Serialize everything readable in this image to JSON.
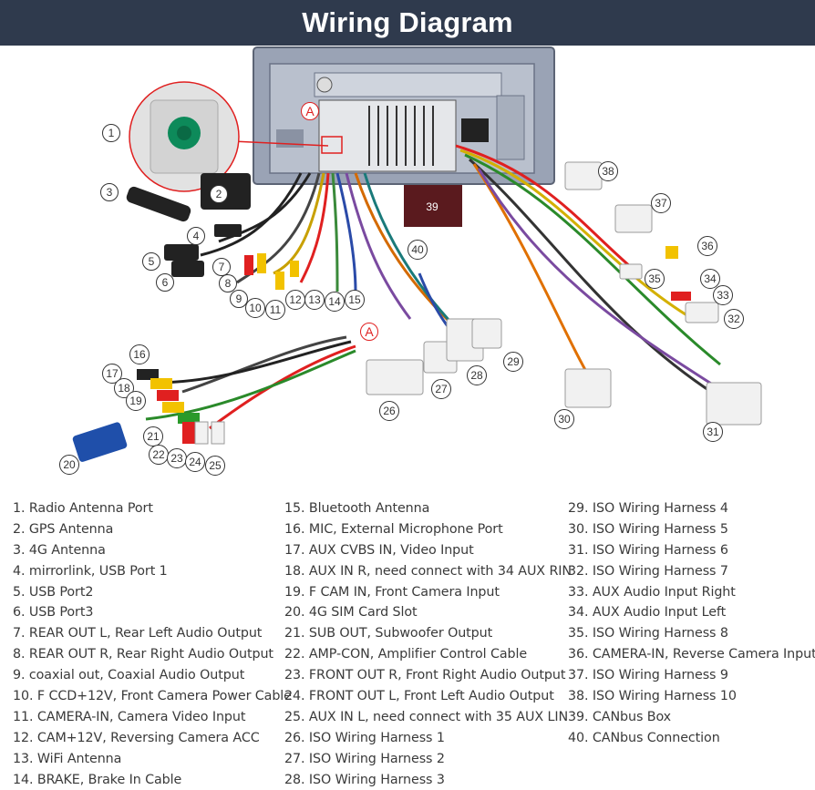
{
  "header": {
    "title": "Wiring Diagram"
  },
  "marker_a": "A",
  "callouts": [
    "1",
    "2",
    "3",
    "4",
    "5",
    "6",
    "7",
    "8",
    "9",
    "10",
    "11",
    "12",
    "13",
    "14",
    "15",
    "16",
    "17",
    "18",
    "19",
    "20",
    "21",
    "22",
    "23",
    "24",
    "25",
    "26",
    "27",
    "28",
    "29",
    "30",
    "31",
    "32",
    "33",
    "34",
    "35",
    "36",
    "37",
    "38",
    "39",
    "40"
  ],
  "legend": {
    "col1": [
      "1. Radio Antenna Port",
      "2. GPS Antenna",
      "3. 4G Antenna",
      "4. mirrorlink, USB Port 1",
      "5. USB Port2",
      "6. USB Port3",
      "7. REAR OUT L, Rear Left Audio Output",
      "8. REAR OUT R, Rear Right Audio Output",
      "9. coaxial out, Coaxial Audio Output",
      "10. F CCD+12V, Front Camera Power Cable",
      "11. CAMERA-IN, Camera Video Input",
      "12. CAM+12V, Reversing Camera ACC",
      "13. WiFi Antenna",
      "14. BRAKE, Brake In Cable"
    ],
    "col2": [
      "15. Bluetooth Antenna",
      "16. MIC, External Microphone Port",
      "17. AUX CVBS IN, Video Input",
      "18. AUX IN R, need connect with 34 AUX RIN",
      "19. F CAM IN, Front Camera Input",
      "20. 4G SIM Card Slot",
      "21. SUB OUT, Subwoofer Output",
      "22. AMP-CON, Amplifier Control Cable",
      "23. FRONT OUT R, Front Right Audio Output",
      "24. FRONT OUT L, Front Left Audio Output",
      "25. AUX IN L, need connect with 35 AUX LIN",
      "26. ISO Wiring Harness 1",
      "27. ISO Wiring Harness 2",
      "28. ISO Wiring Harness 3"
    ],
    "col3": [
      "29. ISO Wiring Harness 4",
      "30. ISO Wiring Harness 5",
      "31. ISO Wiring Harness 6",
      "32. ISO Wiring Harness 7",
      "33. AUX Audio Input Right",
      "34. AUX Audio Input Left",
      "35. ISO Wiring Harness 8",
      "36. CAMERA-IN, Reverse Camera Input",
      "37. ISO Wiring Harness 9",
      "38. ISO Wiring Harness 10",
      "39. CANbus Box",
      "40. CANbus Connection"
    ]
  }
}
